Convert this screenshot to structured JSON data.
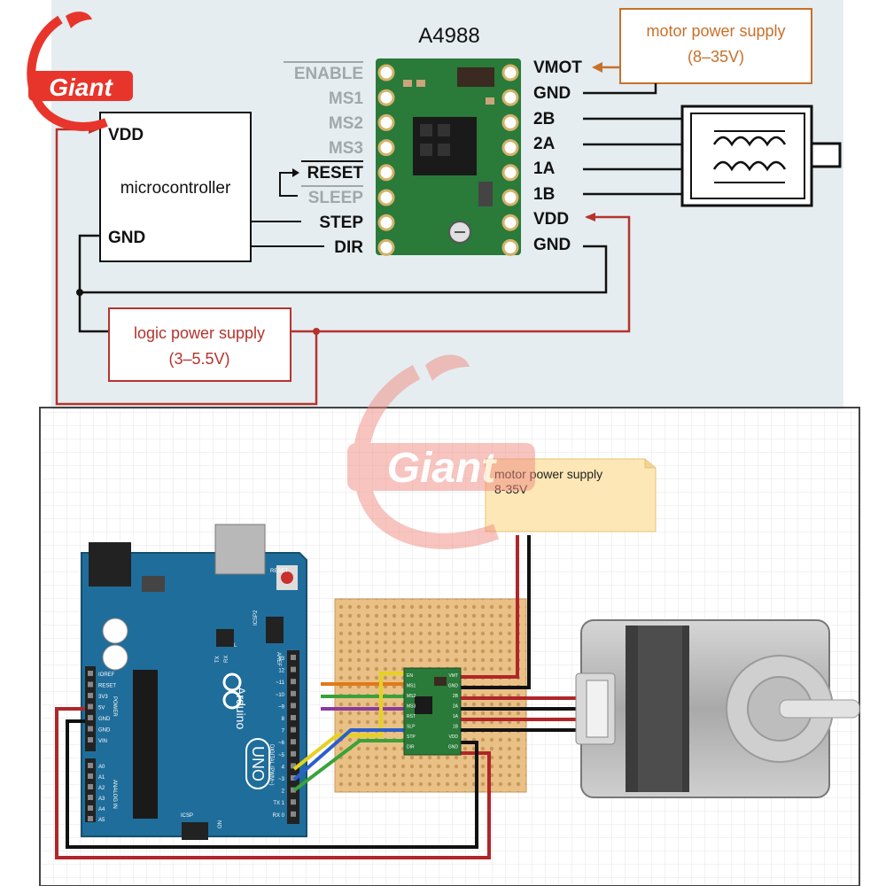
{
  "schematic": {
    "chip_title": "A4988",
    "left_pins": [
      "ENABLE",
      "MS1",
      "MS2",
      "MS3",
      "RESET",
      "SLEEP",
      "STEP",
      "DIR"
    ],
    "right_pins": [
      "VMOT",
      "GND",
      "2B",
      "2A",
      "1A",
      "1B",
      "VDD",
      "GND"
    ],
    "microcontroller": {
      "label": "microcontroller",
      "vdd": "VDD",
      "gnd": "GND"
    },
    "motor_supply": {
      "line1": "motor power supply",
      "line2": "(8–35V)"
    },
    "logic_supply": {
      "line1": "logic power supply",
      "line2": "(3–5.5V)"
    }
  },
  "breadboard": {
    "motor_note": {
      "line1": "motor power supply",
      "line2": "8-35V"
    },
    "arduino": {
      "brand": "Arduino",
      "model": "UNO",
      "reset": "RESET",
      "icsp": "ICSP",
      "icsp2": "ICSP2",
      "digital": "DIGITAL (PWM~)",
      "analog": "ANALOG IN",
      "power": "POWER",
      "on": "ON",
      "tx": "TX",
      "rx": "RX",
      "l": "L",
      "aref": "AREF",
      "power_pins": [
        "IOREF",
        "RESET",
        "3V3",
        "5V",
        "GND",
        "GND",
        "VIN"
      ],
      "analog_pins": [
        "A0",
        "A1",
        "A2",
        "A3",
        "A4",
        "A5"
      ],
      "digital_pins": [
        "13",
        "12",
        "~11",
        "~10",
        "~9",
        "8",
        "7",
        "~6",
        "~5",
        "4",
        "~3",
        "2",
        "TX 1",
        "RX 0"
      ]
    },
    "driver_pins_left": [
      "EN",
      "MS1",
      "MS2",
      "MS3",
      "RST",
      "SLP",
      "STP",
      "DIR"
    ],
    "driver_pins_right": [
      "VMT",
      "GND",
      "2B",
      "2A",
      "1A",
      "1B",
      "VDD",
      "GND"
    ]
  },
  "watermark": {
    "logo_text": "Giant"
  },
  "colors": {
    "schematic_bg": "#e5edf0",
    "grid_bg": "#ffffff",
    "arduino_blue": "#1f6d9a",
    "pcb_green": "#2a7a3a",
    "perfboard": "#e9c186",
    "psu_orange": "#c8702a",
    "wire_red": "#b0262a",
    "note_yellow": "#fde7b6"
  }
}
